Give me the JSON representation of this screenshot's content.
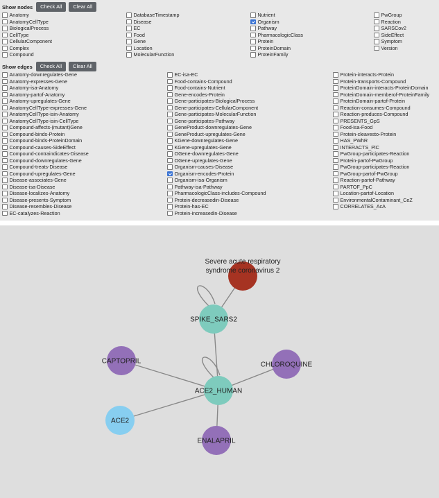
{
  "nodes_section": {
    "label": "Show nodes",
    "check_all": "Check All",
    "clear_all": "Clear All",
    "columns": [
      [
        {
          "label": "Anatomy",
          "checked": false
        },
        {
          "label": "AnatomyCellType",
          "checked": false
        },
        {
          "label": "BiologicalProcess",
          "checked": false
        },
        {
          "label": "CellType",
          "checked": false
        },
        {
          "label": "CellularComponent",
          "checked": false
        },
        {
          "label": "Complex",
          "checked": false
        },
        {
          "label": "Compound",
          "checked": false
        }
      ],
      [
        {
          "label": "DatabaseTimestamp",
          "checked": false
        },
        {
          "label": "Disease",
          "checked": false
        },
        {
          "label": "EC",
          "checked": false
        },
        {
          "label": "Food",
          "checked": false
        },
        {
          "label": "Gene",
          "checked": false
        },
        {
          "label": "Location",
          "checked": false
        },
        {
          "label": "MolecularFunction",
          "checked": false
        }
      ],
      [
        {
          "label": "Nutrient",
          "checked": false
        },
        {
          "label": "Organism",
          "checked": true
        },
        {
          "label": "Pathway",
          "checked": false
        },
        {
          "label": "PharmacologicClass",
          "checked": false
        },
        {
          "label": "Protein",
          "checked": false
        },
        {
          "label": "ProteinDomain",
          "checked": false
        },
        {
          "label": "ProteinFamily",
          "checked": false
        }
      ],
      [
        {
          "label": "PwGroup",
          "checked": false
        },
        {
          "label": "Reaction",
          "checked": false
        },
        {
          "label": "SARSCov2",
          "checked": false
        },
        {
          "label": "SideEffect",
          "checked": false
        },
        {
          "label": "Symptom",
          "checked": false
        },
        {
          "label": "Version",
          "checked": false
        }
      ]
    ]
  },
  "edges_section": {
    "label": "Show edges",
    "check_all": "Check All",
    "clear_all": "Clear All",
    "columns": [
      [
        {
          "label": "Anatomy-downregulates-Gene",
          "checked": false
        },
        {
          "label": "Anatomy-expresses-Gene",
          "checked": false
        },
        {
          "label": "Anatomy-isa-Anatomy",
          "checked": false
        },
        {
          "label": "Anatomy-partof-Anatomy",
          "checked": false
        },
        {
          "label": "Anatomy-upregulates-Gene",
          "checked": false
        },
        {
          "label": "AnatomyCellType-expresses-Gene",
          "checked": false
        },
        {
          "label": "AnatomyCellType-isin-Anatomy",
          "checked": false
        },
        {
          "label": "AnatomyCellType-isin-CellType",
          "checked": false
        },
        {
          "label": "Compound-affects-(mutant)Gene",
          "checked": false
        },
        {
          "label": "Compound-binds-Protein",
          "checked": false
        },
        {
          "label": "Compound-binds-ProteinDomain",
          "checked": false
        },
        {
          "label": "Compound-causes-SideEffect",
          "checked": false
        },
        {
          "label": "Compound-contraindicates-Disease",
          "checked": false
        },
        {
          "label": "Compound-downregulates-Gene",
          "checked": false
        },
        {
          "label": "Compound-treats-Disease",
          "checked": false
        },
        {
          "label": "Compound-upregulates-Gene",
          "checked": false
        },
        {
          "label": "Disease-associates-Gene",
          "checked": false
        },
        {
          "label": "Disease-isa-Disease",
          "checked": false
        },
        {
          "label": "Disease-localizes-Anatomy",
          "checked": false
        },
        {
          "label": "Disease-presents-Symptom",
          "checked": false
        },
        {
          "label": "Disease-resembles-Disease",
          "checked": false
        },
        {
          "label": "EC-catalyzes-Reaction",
          "checked": false
        }
      ],
      [
        {
          "label": "EC-isa-EC",
          "checked": false
        },
        {
          "label": "Food-contains-Compound",
          "checked": false
        },
        {
          "label": "Food-contains-Nutrient",
          "checked": false
        },
        {
          "label": "Gene-encodes-Protein",
          "checked": false
        },
        {
          "label": "Gene-participates-BiologicalProcess",
          "checked": false
        },
        {
          "label": "Gene-participates-CellularComponent",
          "checked": false
        },
        {
          "label": "Gene-participates-MolecularFunction",
          "checked": false
        },
        {
          "label": "Gene-participates-Pathway",
          "checked": false
        },
        {
          "label": "GeneProduct-downregulates-Gene",
          "checked": false
        },
        {
          "label": "GeneProduct-upregulates-Gene",
          "checked": false
        },
        {
          "label": "KGene-downregulates-Gene",
          "checked": false
        },
        {
          "label": "KGene-upregulates-Gene",
          "checked": false
        },
        {
          "label": "OGene-downregulates-Gene",
          "checked": false
        },
        {
          "label": "OGene-upregulates-Gene",
          "checked": false
        },
        {
          "label": "Organism-causes-Disease",
          "checked": false
        },
        {
          "label": "Organism-encodes-Protein",
          "checked": true
        },
        {
          "label": "Organism-isa-Organism",
          "checked": false
        },
        {
          "label": "Pathway-isa-Pathway",
          "checked": false
        },
        {
          "label": "PharmacologicClass-includes-Compound",
          "checked": false
        },
        {
          "label": "Protein-decreasedin-Disease",
          "checked": false
        },
        {
          "label": "Protein-has-EC",
          "checked": false
        },
        {
          "label": "Protein-increasedin-Disease",
          "checked": false
        }
      ],
      [
        {
          "label": "Protein-interacts-Protein",
          "checked": false
        },
        {
          "label": "Protein-transports-Compound",
          "checked": false
        },
        {
          "label": "ProteinDomain-interacts-ProteinDomain",
          "checked": false
        },
        {
          "label": "ProteinDomain-memberof-ProteinFamily",
          "checked": false
        },
        {
          "label": "ProteinDomain-partof-Protein",
          "checked": false
        },
        {
          "label": "Reaction-consumes-Compound",
          "checked": false
        },
        {
          "label": "Reaction-produces-Compound",
          "checked": false
        },
        {
          "label": "PRESENTS_GpS",
          "checked": false
        },
        {
          "label": "Food-isa-Food",
          "checked": false
        },
        {
          "label": "Protein-cleavesto-Protein",
          "checked": false
        },
        {
          "label": "HAS_PWhR",
          "checked": false
        },
        {
          "label": "INTERACTS_PiC",
          "checked": false
        },
        {
          "label": "PwGroup-participates-Reaction",
          "checked": false
        },
        {
          "label": "Protein-partof-PwGroup",
          "checked": false
        },
        {
          "label": "PwGroup-participates-Reaction",
          "checked": false
        },
        {
          "label": "PwGroup-partof-PwGroup",
          "checked": false
        },
        {
          "label": "Reaction-partof-Pathway",
          "checked": false
        },
        {
          "label": "PARTOF_PpC",
          "checked": false
        },
        {
          "label": "Location-partof-Location",
          "checked": false
        },
        {
          "label": "EnvironmentalContaminant_CeZ",
          "checked": false
        },
        {
          "label": "CORRELATES_AcA",
          "checked": false
        }
      ]
    ]
  },
  "graph": {
    "colors": {
      "background": "#dedede",
      "edge": "#888888",
      "organism": "#a63322",
      "protein": "#7ecbbd",
      "compound": "#9370b8",
      "gene": "#87cef0"
    },
    "nodes": [
      {
        "id": "sars",
        "line1": "Severe acute respiratory",
        "line2": "syndrome coronavirus 2",
        "kind": "organism"
      },
      {
        "id": "spike",
        "line1": "SPIKE_SARS2",
        "kind": "protein"
      },
      {
        "id": "ace2h",
        "line1": "ACE2_HUMAN",
        "kind": "protein"
      },
      {
        "id": "captopril",
        "line1": "CAPTOPRIL",
        "kind": "compound"
      },
      {
        "id": "chloroquine",
        "line1": "CHLOROQUINE",
        "kind": "compound"
      },
      {
        "id": "enalapril",
        "line1": "ENALAPRIL",
        "kind": "compound"
      },
      {
        "id": "ace2",
        "line1": "ACE2",
        "kind": "gene"
      }
    ],
    "edges": [
      {
        "from": "sars",
        "to": "spike"
      },
      {
        "from": "spike",
        "to": "ace2h"
      },
      {
        "from": "captopril",
        "to": "ace2h"
      },
      {
        "from": "chloroquine",
        "to": "ace2h"
      },
      {
        "from": "enalapril",
        "to": "ace2h"
      },
      {
        "from": "ace2",
        "to": "ace2h"
      },
      {
        "from": "spike",
        "to": "spike",
        "self": true
      },
      {
        "from": "ace2h",
        "to": "ace2h",
        "self": true
      }
    ]
  }
}
